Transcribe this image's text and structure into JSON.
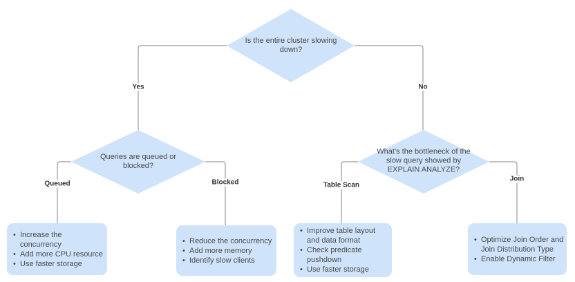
{
  "colors": {
    "shape_fill": "#cfe3fb",
    "connector": "#999999",
    "shape_text": "#4a4a4a",
    "edge_label_text": "#333333",
    "background": "#ffffff"
  },
  "decisions": {
    "root": {
      "label": "Is the entire cluster slowing down?"
    },
    "queue": {
      "label": "Queries are queued or blocked?"
    },
    "bottleneck": {
      "label": "What’s the bottleneck of the slow query showed by EXPLAIN ANALYZE?"
    }
  },
  "edge_labels": {
    "yes": "Yes",
    "no": "No",
    "queued": "Queued",
    "blocked": "Blocked",
    "table_scan": "Table Scan",
    "join": "Join"
  },
  "boxes": [
    {
      "items": [
        "Increase the concurrency",
        "Add more CPU resource",
        "Use faster storage"
      ]
    },
    {
      "items": [
        "Reduce the concurrency",
        "Add more memory",
        "Identify slow clients"
      ]
    },
    {
      "items": [
        "Improve table layout and data format",
        "Check predicate pushdown",
        "Use faster storage"
      ]
    },
    {
      "items": [
        "Optimize Join Order and Join Distribution Type",
        "Enable Dynamic Filter"
      ]
    }
  ]
}
